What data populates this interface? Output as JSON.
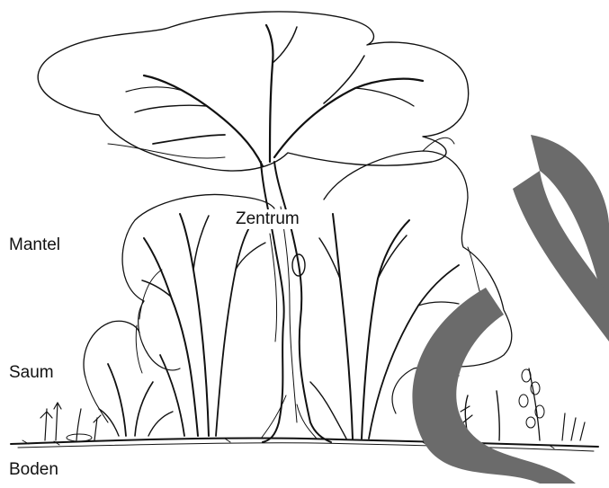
{
  "labels": {
    "mantel": "Mantel",
    "saum": "Saum",
    "boden": "Boden",
    "zentrum": "Zentrum"
  },
  "watermark_text": "SS",
  "colors": {
    "ink": "#111111",
    "watermark": "#6b6b6b",
    "background": "#ffffff"
  }
}
